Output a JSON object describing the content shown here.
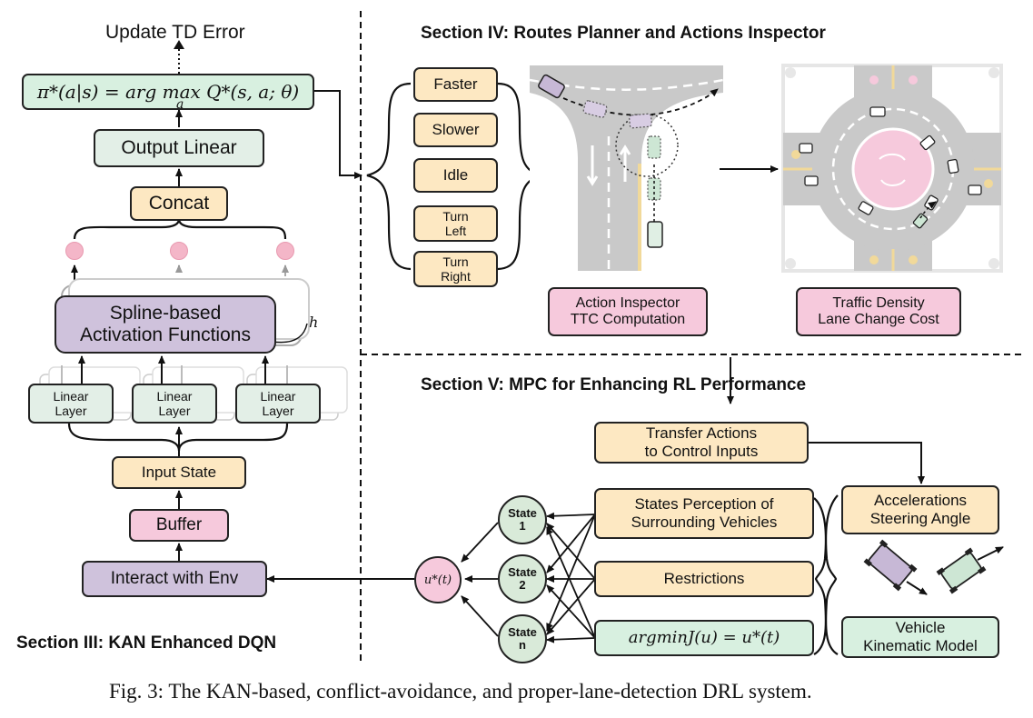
{
  "section3": {
    "title": "Section III: KAN Enhanced DQN",
    "update_td": "Update TD Error",
    "policy": "π*(a|s) = arg max Q*(s, a; θ)",
    "policy_sub": "a",
    "output_linear": "Output Linear",
    "concat": "Concat",
    "spline": "Spline-based\nActivation Functions",
    "h_label": "h",
    "linear_layers": [
      "Linear\nLayer",
      "Linear\nLayer",
      "Linear\nLayer"
    ],
    "input_state": "Input State",
    "buffer": "Buffer",
    "interact": "Interact with Env"
  },
  "section4": {
    "title": "Section IV: Routes Planner and Actions Inspector",
    "actions": [
      "Faster",
      "Slower",
      "Idle",
      "Turn\nLeft",
      "Turn\nRight"
    ],
    "inspector": "Action Inspector\nTTC Computation",
    "density": "Traffic Density\nLane Change Cost"
  },
  "section5": {
    "title": "Section V: MPC for Enhancing RL Performance",
    "transfer": "Transfer Actions\nto Control Inputs",
    "perception": "States Perception of\nSurrounding Vehicles",
    "restrictions": "Restrictions",
    "argmin": "argminJ(u) = u*(t)",
    "accel": "Accelerations\nSteering Angle",
    "kinematic": "Vehicle\nKinematic Model",
    "u_star": "u*(t)",
    "states": [
      "State\n1",
      "State\n2",
      "State\nn"
    ]
  },
  "caption": "Fig. 3: The KAN-based, conflict-avoidance, and proper-lane-detection DRL system.",
  "colors": {
    "yellow": "#fde8c2",
    "green": "#e3efe7",
    "pink": "#f6c9dc",
    "purple": "#cfc2dc"
  }
}
